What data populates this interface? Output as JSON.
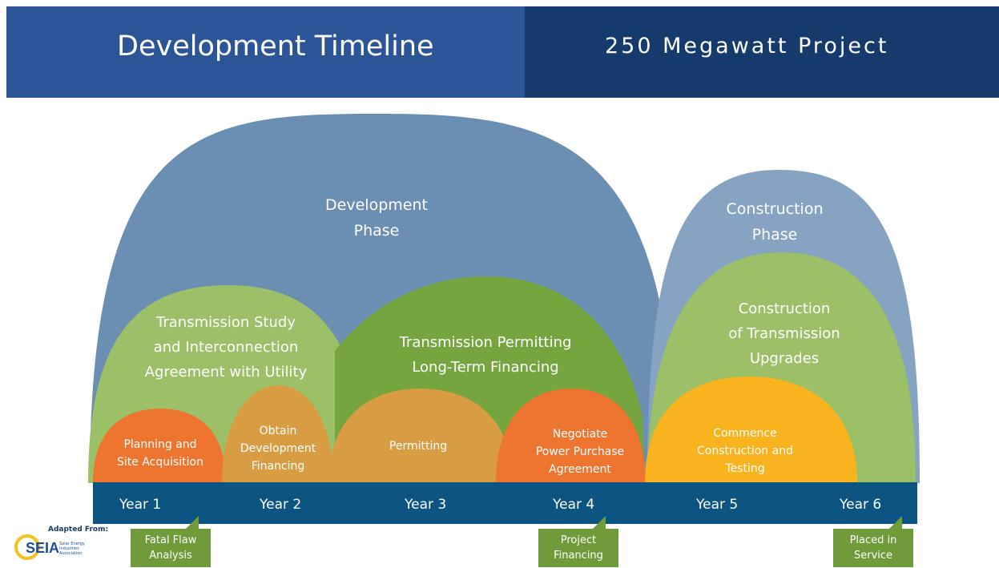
{
  "header": {
    "title": "Development Timeline",
    "subtitle": "250 Megawatt Project"
  },
  "phases": {
    "development": "Development\nPhase",
    "construction": "Construction\nPhase",
    "transmission_study": "Transmission Study\nand Interconnection\nAgreement with Utility",
    "transmission_permitting": "Transmission Permitting\nLong-Term Financing",
    "construction_transmission": "Construction\nof Transmission\nUpgrades"
  },
  "activities": {
    "planning": "Planning and\nSite Acquisition",
    "obtain_financing": "Obtain\nDevelopment\nFinancing",
    "permitting": "Permitting",
    "negotiate_ppa": "Negotiate\nPower Purchase\nAgreement",
    "commence_construction": "Commence\nConstruction and\nTesting"
  },
  "years": [
    "Year 1",
    "Year 2",
    "Year 3",
    "Year 4",
    "Year 5",
    "Year 6"
  ],
  "milestones": {
    "fatal_flaw": "Fatal Flaw\nAnalysis",
    "project_financing": "Project\nFinancing",
    "placed_in_service": "Placed in\nService"
  },
  "logo": {
    "adapted_from": "Adapted From:",
    "name": "SEIA",
    "full_name": "Solar Energy\nIndustries\nAssociation"
  },
  "colors": {
    "header_left": "#2b5597",
    "header_right": "#163a6c",
    "development_phase": "#6a8fb2",
    "construction_phase": "#86a3c1",
    "light_green": "#9bc068",
    "dark_green": "#75a53e",
    "orange": "#ee7530",
    "dark_yellow": "#d89c43",
    "gold": "#f8b31e",
    "timeline_bar": "#0c5583",
    "milestone": "#6f9b3a"
  }
}
